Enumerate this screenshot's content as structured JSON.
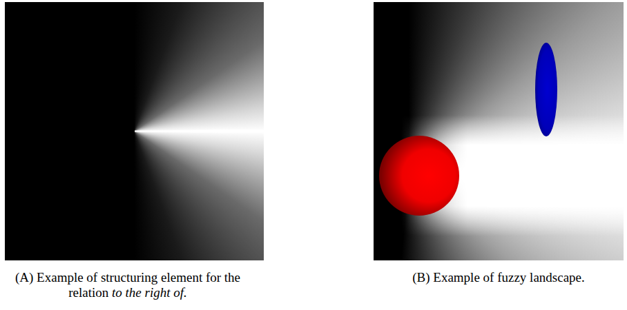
{
  "diagram": {
    "labels": [
      "(A) Example of structuring element for the relation",
      "to the right of.",
      "(B) Example of fuzzy landscape."
    ]
  }
}
